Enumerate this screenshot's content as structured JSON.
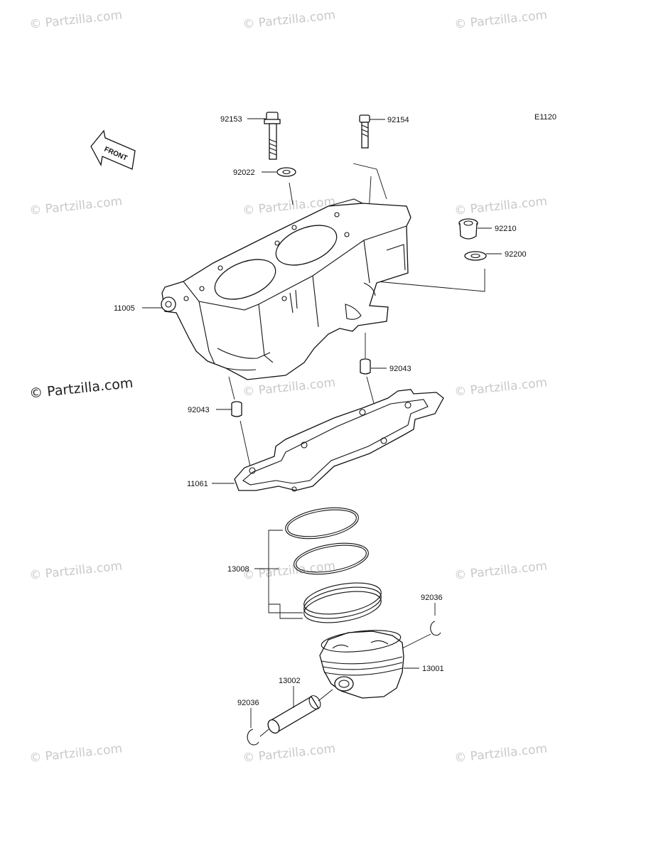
{
  "diagram_code": "E1120",
  "front_arrow_text": "FRONT",
  "watermark_text": "© Partzilla.com",
  "parts": {
    "p92153": "92153",
    "p92154": "92154",
    "p92022": "92022",
    "p92210": "92210",
    "p92200": "92200",
    "p11005": "11005",
    "p92043_right": "92043",
    "p92043_left": "92043",
    "p11061": "11061",
    "p13008": "13008",
    "p92036_right": "92036",
    "p13001": "13001",
    "p13002": "13002",
    "p92036_left": "92036"
  }
}
